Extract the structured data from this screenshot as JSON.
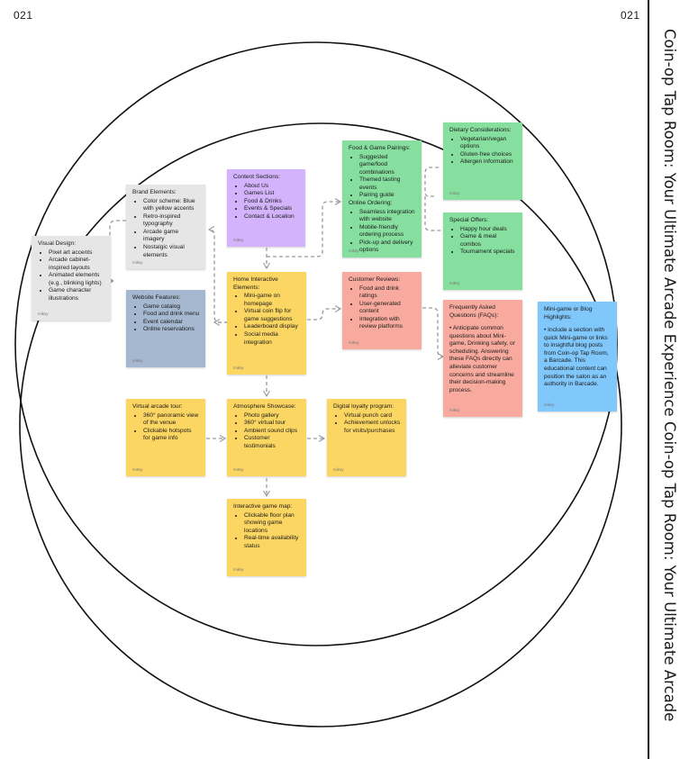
{
  "header": {
    "page_number_left": "021",
    "page_number_right": "021"
  },
  "vertical_title": "Coin-op Tap Room: Your Ultimate Arcade Experience Coin-op Tap Room: Your Ultimate Arcade",
  "footer_label": "miksy",
  "notes": {
    "visual_design": {
      "title": "Visual Design:",
      "items": [
        "Pixel art accents",
        "Arcade cabinet-inspired layouts",
        "Animated elements (e.g., blinking lights)",
        "Game character illustrations"
      ]
    },
    "brand_elements": {
      "title": "Brand Elements:",
      "items": [
        "Color scheme: Blue with yellow accents",
        "Retro-inspired typography",
        "Arcade game imagery",
        "Nostalgic visual elements"
      ]
    },
    "website_features": {
      "title": "Website Features:",
      "items": [
        "Game catalog",
        "Food and drink menu",
        "Event calendar",
        "Online reservations"
      ]
    },
    "content_sections": {
      "title": "Content Sections:",
      "items": [
        "About Us",
        "Games List",
        "Food & Drinks",
        "Events & Specials",
        "Contact & Location"
      ]
    },
    "home_interactive": {
      "title": "Home Interactive Elements:",
      "items": [
        "Mini-game on homepage",
        "Virtual coin flip for game suggestions",
        "Leaderboard display",
        "Social media integration"
      ]
    },
    "food_game": {
      "title": "Food & Game Pairings:",
      "items": [
        "Suggested game/food combinations",
        "Themed tasting events",
        "Pairing guide"
      ],
      "subtitle": "Online Ordering:",
      "sub_items": [
        "Seamless integration with website",
        "Mobile-friendly ordering process",
        "Pick-up and delivery options"
      ]
    },
    "dietary": {
      "title": "Dietary Considerations:",
      "items": [
        "Vegetarian/vegan options",
        "Gluten-free choices",
        "Allergen information"
      ]
    },
    "special_offers": {
      "title": "Special Offers:",
      "items": [
        "Happy hour deals",
        "Game & meal combos",
        "Tournament specials"
      ]
    },
    "customer_reviews": {
      "title": "Customer Reviews:",
      "items": [
        "Food and drink ratings",
        "User-generated content",
        "Integration with review platforms"
      ]
    },
    "faqs": {
      "title": "Frequently Asked Questions (FAQs):",
      "body": "• Anticipate common questions about Mini-game, Drinking safety, or scheduling. Answering these FAQs directly can alleviate customer concerns and streamline their decision-making process."
    },
    "mini_game_blog": {
      "title": "Mini-game or Blog Highlights:",
      "body": "• Include a section with quick Mini-game or links to insightful blog posts from Coin-op Tap Room, a Barcade. This educational content can position the salon as an authority in Barcade."
    },
    "virtual_tour": {
      "title": "Virtual arcade tour:",
      "items": [
        "360° panoramic view of the venue",
        "Clickable hotspots for game info"
      ]
    },
    "atmosphere": {
      "title": "Atmosphere Showcase:",
      "items": [
        "Photo gallery",
        "360° virtual tour",
        "Ambient sound clips",
        "Customer testimonials"
      ]
    },
    "loyalty": {
      "title": "Digital loyalty program:",
      "items": [
        "Virtual punch card",
        "Achievement unlocks for visits/purchases"
      ]
    },
    "game_map": {
      "title": "Interactive game map:",
      "items": [
        "Clickable floor plan showing game locations",
        "Real-time availability status"
      ]
    }
  }
}
